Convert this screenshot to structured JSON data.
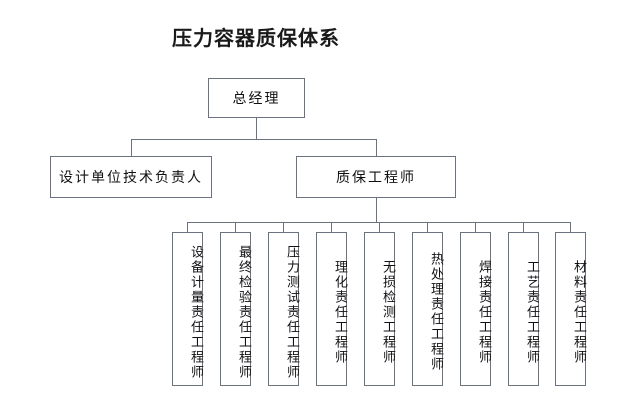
{
  "title": "压力容器质保体系",
  "nodes": {
    "level1": {
      "label": "总经理"
    },
    "level2": [
      {
        "label": "设计单位技术负责人"
      },
      {
        "label": "质保工程师"
      }
    ],
    "level3": [
      {
        "label": "设备计量责任工程师"
      },
      {
        "label": "最终检验责任工程师"
      },
      {
        "label": "压力测试责任工程师"
      },
      {
        "label": "理化责任工程师"
      },
      {
        "label": "无损检测工程师"
      },
      {
        "label": "热处理责任工程师"
      },
      {
        "label": "焊接责任工程师"
      },
      {
        "label": "工艺责任工程师"
      },
      {
        "label": "材料责任工程师"
      }
    ]
  },
  "colors": {
    "background": "#ffffff",
    "box_border": "#6b7280",
    "connector": "#6b7280",
    "text": "#111111",
    "title_text": "#1a1a1a"
  }
}
